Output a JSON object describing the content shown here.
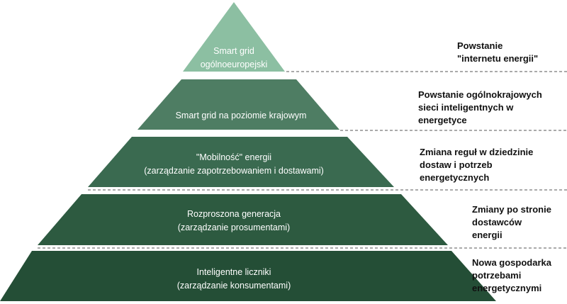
{
  "pyramid": {
    "tiers": [
      {
        "lines": [
          "Smart grid",
          "ogólnoeuropejski"
        ],
        "color": "#8cbfa2"
      },
      {
        "lines": [
          "Smart grid na poziomie krajowym"
        ],
        "color": "#4e7d63"
      },
      {
        "lines": [
          "\"Mobilność\" energii",
          "(zarządzanie zapotrzebowaniem i dostawami)"
        ],
        "color": "#3a6a50"
      },
      {
        "lines": [
          "Rozproszona generacja",
          "(zarządzanie prosumentami)"
        ],
        "color": "#2d5a40"
      },
      {
        "lines": [
          "Inteligentne liczniki",
          "(zarządzanie konsumentami)"
        ],
        "color": "#244e36"
      }
    ]
  },
  "notes": [
    {
      "lines": [
        "Powstanie",
        "\"internetu energii\""
      ]
    },
    {
      "lines": [
        "Powstanie ogólnokrajowych",
        "sieci inteligentnych w",
        "energetyce"
      ]
    },
    {
      "lines": [
        "Zmiana reguł w dziedzinie",
        "dostaw i potrzeb",
        "energetycznych"
      ]
    },
    {
      "lines": [
        "Zmiany po stronie",
        "dostawców",
        "energii"
      ]
    },
    {
      "lines": [
        "Nowa gospodarka",
        "potrzebami",
        "energetycznymi"
      ]
    }
  ]
}
